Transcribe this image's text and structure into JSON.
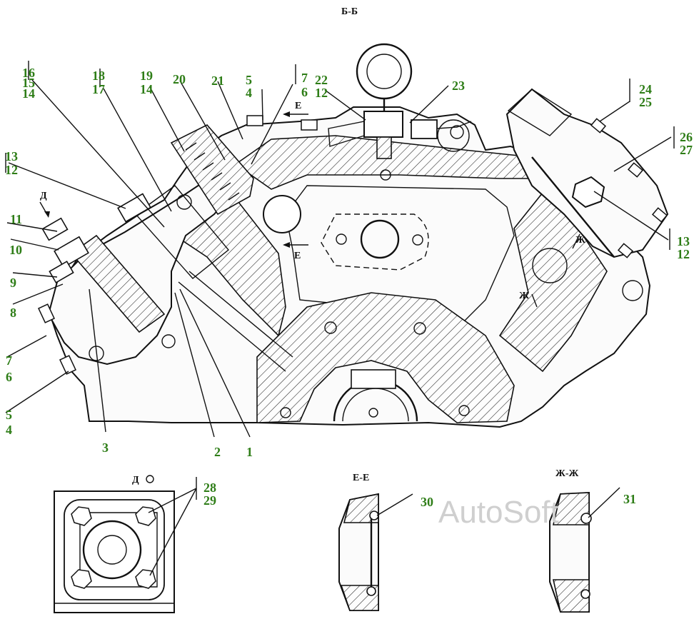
{
  "section_titles": {
    "main": "Б-Б",
    "view_d": "Д",
    "section_e": "Е-Е",
    "section_zh": "Ж-Ж"
  },
  "view_markers": {
    "d": "Д",
    "e_top": "Е",
    "e_bottom": "Е",
    "zh_right": "Ж",
    "zh_left": "Ж"
  },
  "callouts": {
    "c16": "16",
    "c15": "15",
    "c14a": "14",
    "c18": "18",
    "c17a": "17",
    "c19": "19",
    "c14b": "14",
    "c20": "20",
    "c21": "21",
    "c5a": "5",
    "c4a": "4",
    "c7a": "7",
    "c6a": "6",
    "c22": "22",
    "c12a": "12",
    "c23": "23",
    "c24": "24",
    "c25": "25",
    "c26": "26",
    "c27": "27",
    "c13a": "13",
    "c12b": "12",
    "c13b": "13",
    "c12c": "12",
    "c11": "11",
    "c10": "10",
    "c9": "9",
    "c8": "8",
    "c7b": "7",
    "c6b": "6",
    "c5b": "5",
    "c4b": "4",
    "c3": "3",
    "c2": "2",
    "c1": "1",
    "c28": "28",
    "c29": "29",
    "c30": "30",
    "c31": "31"
  },
  "watermark": "AutoSoft"
}
